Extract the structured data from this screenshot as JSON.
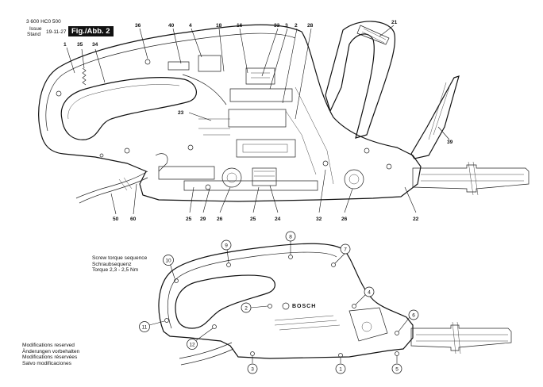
{
  "header": {
    "doc_number": "3 600 HC0 500",
    "issue_label": "Issue",
    "stand_label": "Stand",
    "date": "19-11-27",
    "figure_label": "Fig./Abb. 2"
  },
  "torque_note": {
    "line1": "Screw torque sequence",
    "line2": "Schraubsequenz",
    "line3": "Torque 2,3 - 2,5 Nm"
  },
  "modifications_note": {
    "line1": "Modifications reserved",
    "line2": "Änderungen vorbehalten",
    "line3": "Modifications réservées",
    "line4": "Salvo modificaciones"
  },
  "brand_logo": "BOSCH",
  "part_labels": {
    "p1": "1",
    "p35": "35",
    "p34": "34",
    "p36": "36",
    "p40": "40",
    "p4": "4",
    "p18": "18",
    "p16": "16",
    "p33": "33",
    "p3": "3",
    "p2": "2",
    "p28": "28",
    "p21": "21",
    "p23": "23",
    "p39": "39",
    "p50": "50",
    "p60": "60",
    "p25a": "25",
    "p29": "29",
    "p26a": "26",
    "p25b": "25",
    "p24": "24",
    "p32": "32",
    "p26b": "26",
    "p22": "22"
  },
  "screw_labels": {
    "s1": "1",
    "s2": "2",
    "s3": "3",
    "s4": "4",
    "s5": "5",
    "s6": "6",
    "s7": "7",
    "s8": "8",
    "s9": "9",
    "s10": "10",
    "s11": "11",
    "s12": "12"
  }
}
